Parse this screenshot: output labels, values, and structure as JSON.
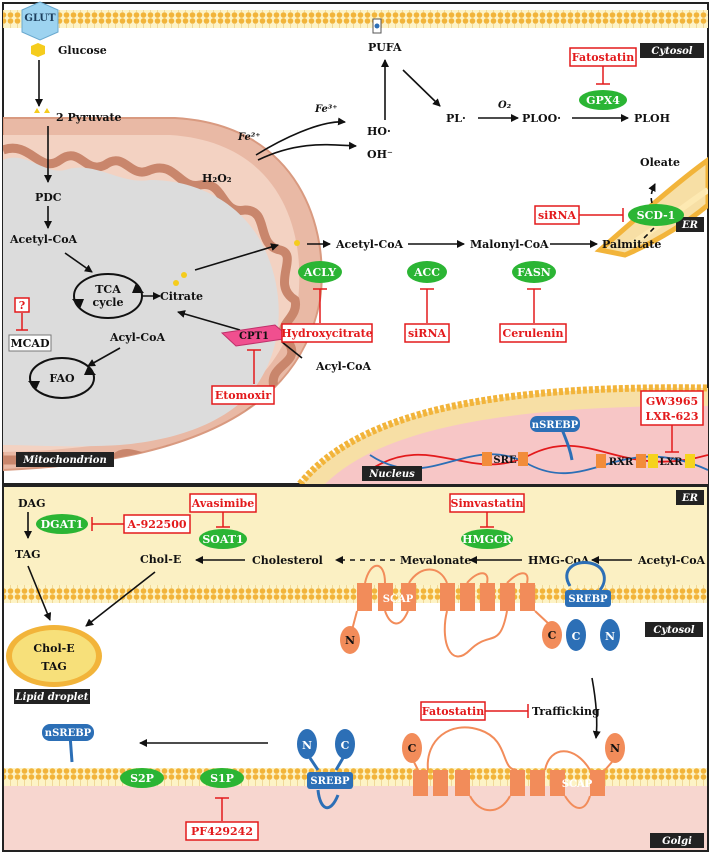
{
  "top": {
    "compartments": {
      "cytosol": "Cytosol",
      "er": "ER",
      "mitochondrion": "Mitochondrion",
      "nucleus": "Nucleus"
    },
    "labels": {
      "glut": "GLUT",
      "glucose": "Glucose",
      "pyruvate": "2 Pyruvate",
      "pdc": "PDC",
      "acetyl_coa_mito": "Acetyl-CoA",
      "tca_1": "TCA",
      "tca_2": "cycle",
      "citrate": "Citrate",
      "acyl_coa_mito": "Acyl-CoA",
      "fao": "FAO",
      "mcad": "MCAD",
      "question": "?",
      "cpt1": "CPT1",
      "acyl_coa_cyto": "Acyl-CoA",
      "etomoxir": "Etomoxir",
      "h2o2": "H₂O₂",
      "fe2": "Fe²⁺",
      "fe3": "Fe³⁺",
      "pufa": "PUFA",
      "ho": "HO·",
      "oh": "OH⁻",
      "pl": "PL·",
      "o2": "O₂",
      "ploo": "PLOO·",
      "ploh": "PLOH",
      "gpx4": "GPX4",
      "fatostatin_top": "Fatostatin",
      "oleate": "Oleate",
      "scd1": "SCD-1",
      "sirna_scd": "siRNA",
      "acetyl_coa_cyto": "Acetyl-CoA",
      "malonyl_coa": "Malonyl-CoA",
      "palmitate": "Palmitate",
      "acly": "ACLY",
      "acc": "ACC",
      "fasn": "FASN",
      "hydroxycitrate": "Hydroxycitrate",
      "sirna_acc": "siRNA",
      "cerulenin": "Cerulenin",
      "gw3965": "GW3965",
      "lxr623": "LXR-623",
      "nsrebp_nuc": "nSREBP",
      "sre": "SRE",
      "rxr": "RXR",
      "lxr": "LXR"
    }
  },
  "bottom": {
    "compartments": {
      "er": "ER",
      "cytosol": "Cytosol",
      "lipid_droplet": "Lipid droplet",
      "golgi": "Golgi"
    },
    "labels": {
      "dag": "DAG",
      "dgat1": "DGAT1",
      "a922500": "A-922500",
      "tag": "TAG",
      "avasimibe": "Avasimibe",
      "soat1": "SOAT1",
      "chole": "Chol-E",
      "cholesterol": "Cholesterol",
      "mevalonate": "Mevalonate",
      "simvastatin": "Simvastatin",
      "hmgcr": "HMGCR",
      "hmgcoa": "HMG-CoA",
      "acetylcoa": "Acetyl-CoA",
      "scap_er": "SCAP",
      "srebp_er": "SREBP",
      "n": "N",
      "c": "C",
      "ld_chole": "Chol-E",
      "ld_tag": "TAG",
      "nsrebp": "nSREBP",
      "fatostatin": "Fatostatin",
      "trafficking": "Trafficking",
      "s2p": "S2P",
      "s1p": "S1P",
      "pf429242": "PF429242",
      "srebp_golgi": "SREBP",
      "scap_golgi": "SCAP"
    }
  }
}
